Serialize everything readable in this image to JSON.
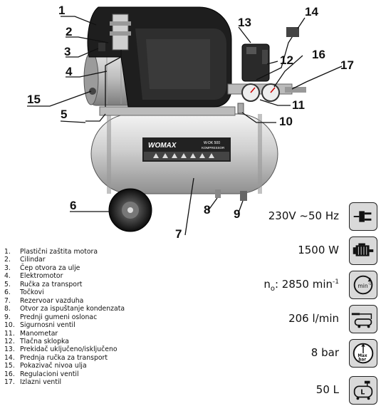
{
  "callouts": [
    "1",
    "2",
    "3",
    "4",
    "15",
    "5",
    "6",
    "7",
    "8",
    "9",
    "10",
    "11",
    "12",
    "13",
    "14",
    "16",
    "17"
  ],
  "tank_label": {
    "brand": "WOMAX",
    "model": "W-DK 500",
    "type": "KOMPRESSOR"
  },
  "legend": [
    {
      "n": "1.",
      "text": "Plastični zaštita motora"
    },
    {
      "n": "2.",
      "text": "Cilindar"
    },
    {
      "n": "3.",
      "text": "Čep otvora za ulje"
    },
    {
      "n": "4.",
      "text": "Elektromotor"
    },
    {
      "n": "5.",
      "text": "Ručka za transport"
    },
    {
      "n": "6.",
      "text": "Točkovi"
    },
    {
      "n": "7.",
      "text": "Rezervoar vazduha"
    },
    {
      "n": "8.",
      "text": "Otvor za ispuštanje kondenzata"
    },
    {
      "n": "9.",
      "text": "Prednji gumeni oslonac"
    },
    {
      "n": "10.",
      "text": "Sigurnosni ventil"
    },
    {
      "n": "11.",
      "text": "Manometar"
    },
    {
      "n": "12.",
      "text": "Tlačna sklopka"
    },
    {
      "n": "13.",
      "text": "Prekidač uključeno/isključeno"
    },
    {
      "n": "14.",
      "text": "Prednja ručka za transport"
    },
    {
      "n": "15.",
      "text": "Pokazivač nivoa ulja"
    },
    {
      "n": "16.",
      "text": "Regulacioni ventil"
    },
    {
      "n": "17.",
      "text": "Izlazni ventil"
    }
  ],
  "specs": [
    {
      "text": "230V ~50 Hz",
      "icon": "plug-icon"
    },
    {
      "text": "1500 W",
      "icon": "motor-icon"
    },
    {
      "text_prefix": "n",
      "text_sub": "o",
      "text_main": ": 2850 min",
      "text_sup": "-1",
      "icon": "rotation-icon",
      "icon_label": "min",
      "icon_label_sup": "-1"
    },
    {
      "text": "206 l/min",
      "icon": "airflow-icon"
    },
    {
      "text": "8 bar",
      "icon": "pressure-gauge-icon",
      "icon_label_top": "Max",
      "icon_label_bottom": "bar"
    },
    {
      "text": "50 L",
      "icon": "tank-capacity-icon",
      "icon_label": "L"
    }
  ]
}
